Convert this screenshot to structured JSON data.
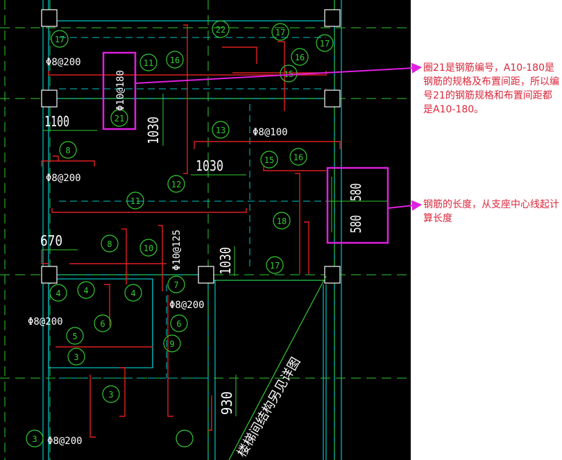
{
  "drawing": {
    "rebar_specs": {
      "phi8_200_a": "Φ8@200",
      "phi8_200_b": "Φ8@200",
      "phi8_200_c": "Φ8@200",
      "phi8_200_d": "Φ8@200",
      "phi8_200_e": "Φ8@200",
      "phi8_100": "Φ8@100",
      "phi10_180": "Φ10@180",
      "phi10_125": "Φ10@125"
    },
    "dimensions": {
      "d1100": "1100",
      "d1030_a": "1030",
      "d1030_b": "1030",
      "d1030_c": "1030",
      "d670": "670",
      "d580_a": "580",
      "d580_b": "580",
      "d930": "930"
    },
    "bar_numbers": {
      "n17_a": "17",
      "n22": "22",
      "n17_b": "17",
      "n17_c": "17",
      "n11_a": "11",
      "n16_a": "16",
      "n16_b": "16",
      "n15_a": "15",
      "n21": "21",
      "n13": "13",
      "n8_a": "8",
      "n15_b": "15",
      "n16_c": "16",
      "n12": "12",
      "n11_b": "11",
      "n18": "18",
      "n8_b": "8",
      "n10": "10",
      "n17_d": "17",
      "n4_a": "4",
      "n4_b": "4",
      "n7": "7",
      "n6_a": "6",
      "n6_b": "6",
      "n5": "5",
      "n9": "9",
      "n4_c": "4",
      "n3_a": "3",
      "n3_b": "3",
      "n3_c": "3"
    },
    "stair_note": "楼梯间结构另见详图"
  },
  "annotations": {
    "note1": "圈21是钢筋编号，A10-180是钢筋的规格及布置间距，所以编号21的钢筋规格和布置间距都是A10-180。",
    "note2": "钢筋的长度，从支座中心线起计算长度"
  },
  "colors": {
    "background": "#000000",
    "highlight": "#e020e0",
    "rebar": "#e02020",
    "dimension": "#33cc33",
    "grid": "#00c8c8",
    "note_text": "#d9263a"
  }
}
